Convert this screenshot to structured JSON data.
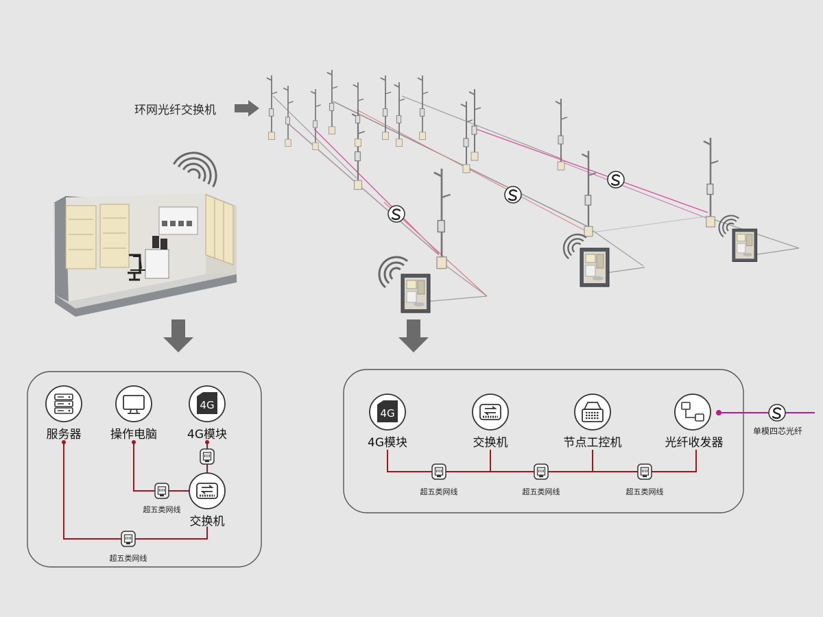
{
  "ring_switch_label": "环网光纤交换机",
  "control_room": {
    "nodes": {
      "server": {
        "label": "服务器",
        "icon": "server-icon"
      },
      "operator_pc": {
        "label": "操作电脑",
        "icon": "monitor-icon"
      },
      "module_4g": {
        "label": "4G模块",
        "icon": "4g-icon",
        "icon_text": "4G"
      },
      "switch": {
        "label": "交换机",
        "icon": "switch-icon"
      }
    },
    "cable_labels": [
      "超五类网线",
      "超五类网线"
    ]
  },
  "field_node": {
    "nodes": {
      "module_4g": {
        "label": "4G模块",
        "icon": "4g-icon",
        "icon_text": "4G"
      },
      "switch": {
        "label": "交换机",
        "icon": "switch-icon"
      },
      "node_controller": {
        "label": "节点工控机",
        "icon": "industrial-pc-icon"
      },
      "fiber_transceiver": {
        "label": "光纤收发器",
        "icon": "fiber-transceiver-icon"
      }
    },
    "cable_labels": [
      "超五类网线",
      "超五类网线",
      "超五类网线"
    ],
    "fiber_label": "单模四芯光纤"
  },
  "colors": {
    "background": "#e6e6e6",
    "network_cable": "#a8141c",
    "fiber_line": "#c0168e",
    "box_border": "#555555",
    "icon_stroke": "#333333",
    "arrow": "#6b6b6b"
  }
}
